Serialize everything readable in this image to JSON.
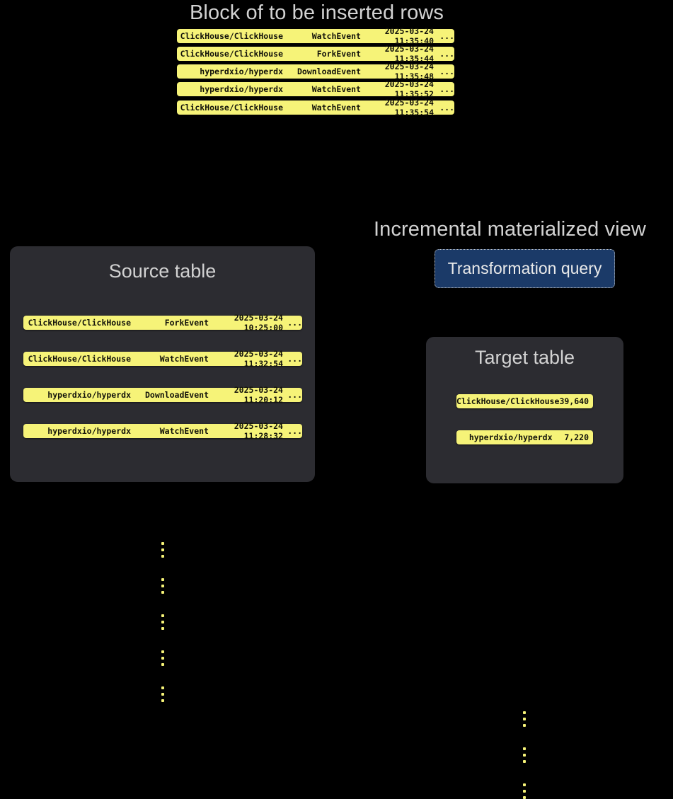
{
  "colors": {
    "background": "#000000",
    "panel": "#2c2c31",
    "row_yellow": "#f6f378",
    "row_text": "#12120a",
    "heading_text": "#d2d2d2",
    "query_box_fill": "#1b3a68",
    "query_box_border": "#c9c9c9",
    "query_box_text": "#eaeaea"
  },
  "block": {
    "title": "Block of to be inserted rows",
    "rows": [
      {
        "repo": "ClickHouse/ClickHouse",
        "event": "WatchEvent",
        "timestamp": "2025-03-24 11:35:40",
        "ellipsis": "..."
      },
      {
        "repo": "ClickHouse/ClickHouse",
        "event": "ForkEvent",
        "timestamp": "2025-03-24 11:35:44",
        "ellipsis": "..."
      },
      {
        "repo": "hyperdxio/hyperdx",
        "event": "DownloadEvent",
        "timestamp": "2025-03-24 11:35:48",
        "ellipsis": "..."
      },
      {
        "repo": "hyperdxio/hyperdx",
        "event": "WatchEvent",
        "timestamp": "2025-03-24 11:35:52",
        "ellipsis": "..."
      },
      {
        "repo": "ClickHouse/ClickHouse",
        "event": "WatchEvent",
        "timestamp": "2025-03-24 11:35:54",
        "ellipsis": "..."
      }
    ]
  },
  "source_table": {
    "title": "Source table",
    "rows": [
      {
        "repo": "ClickHouse/ClickHouse",
        "event": "ForkEvent",
        "timestamp": "2025-03-24 10:25:00",
        "ellipsis": "..."
      },
      {
        "repo": "ClickHouse/ClickHouse",
        "event": "WatchEvent",
        "timestamp": "2025-03-24 11:32:54",
        "ellipsis": "..."
      },
      {
        "repo": "hyperdxio/hyperdx",
        "event": "DownloadEvent",
        "timestamp": "2025-03-24 11:20:12",
        "ellipsis": "..."
      },
      {
        "repo": "hyperdxio/hyperdx",
        "event": "WatchEvent",
        "timestamp": "2025-03-24 11:28:32",
        "ellipsis": "..."
      }
    ]
  },
  "materialized_view": {
    "title": "Incremental materialized view",
    "query_label": "Transformation query"
  },
  "target_table": {
    "title": "Target table",
    "rows": [
      {
        "repo": "ClickHouse/ClickHouse",
        "count": "39,640"
      },
      {
        "repo": "hyperdxio/hyperdx",
        "count": "7,220"
      }
    ]
  }
}
